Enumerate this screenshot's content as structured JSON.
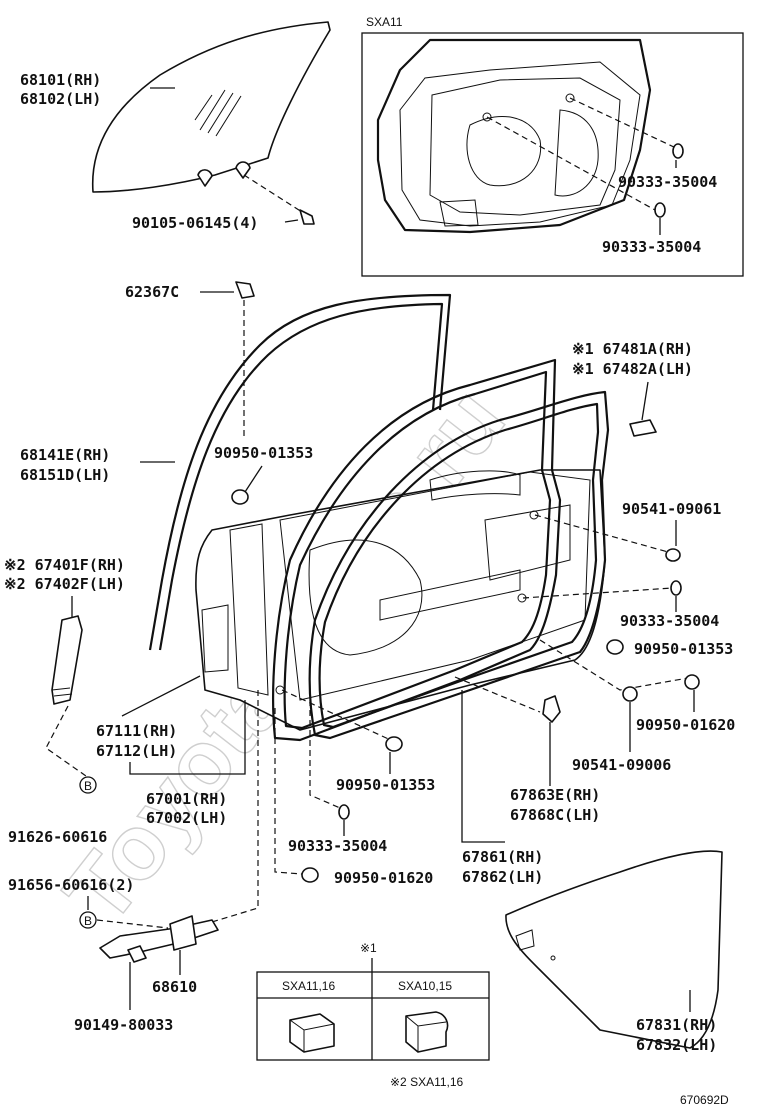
{
  "watermark": "Toyota Mine.ru",
  "inset": {
    "title": "SXA11",
    "callout_1": "90333-35004",
    "callout_2": "90333-35004"
  },
  "parts": {
    "glass_rh": "68101(RH)",
    "glass_lh": "68102(LH)",
    "bolt_glass": "90105-06145(4)",
    "cushion": "62367C",
    "channel_rh": "68141E(RH)",
    "channel_lh": "68151D(LH)",
    "clip_upper": "90950-01353",
    "mark1_rh": "※1 67481A(RH)",
    "mark1_lh": "※1 67482A(LH)",
    "plug_90541_09061": "90541-09061",
    "plug_right_1": "90333-35004",
    "clip_right": "90950-01353",
    "plug_90950_01620_right": "90950-01620",
    "plug_90541_09006": "90541-09006",
    "seal_rh": "67863E(RH)",
    "seal_lh": "67868C(LH)",
    "weather_rh": "67861(RH)",
    "weather_lh": "67862(LH)",
    "reinf_rh": "※2 67401F(RH)",
    "reinf_lh": "※2 67402F(LH)",
    "frame_rh": "67111(RH)",
    "frame_lh": "67112(LH)",
    "door_rh": "67001(RH)",
    "door_lh": "67002(LH)",
    "clip_lower": "90950-01353",
    "plug_lower": "90333-35004",
    "plug_90950_01620_lower": "90950-01620",
    "bolt_91626": "91626-60616",
    "bolt_91656": "91656-60616(2)",
    "check_arm": "68610",
    "bolt_90149": "90149-80033",
    "cover_rh": "67831(RH)",
    "cover_lh": "67832(LH)"
  },
  "callout_marker": "B",
  "note_table": {
    "mark": "※1",
    "col1": "SXA11,16",
    "col2": "SXA10,15"
  },
  "footnote": "※2 SXA11,16",
  "figure_id": "670692D"
}
